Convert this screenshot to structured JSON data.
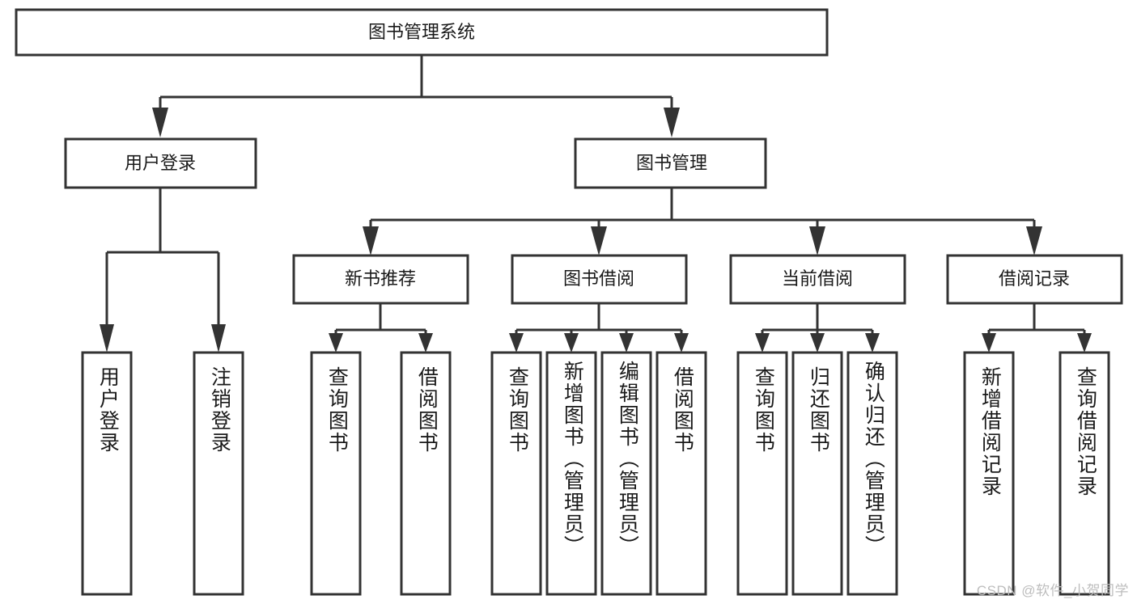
{
  "diagram": {
    "type": "tree",
    "title": "图书管理系统",
    "orientation": "top-down",
    "colors": {
      "stroke": "#333333",
      "box_fill": "#ffffff",
      "text": "#1a1a1a",
      "background": "#ffffff",
      "watermark": "#bdbdbd"
    },
    "root": {
      "label": "图书管理系统"
    },
    "level2": [
      {
        "label": "用户登录"
      },
      {
        "label": "图书管理"
      }
    ],
    "level3": [
      {
        "label": "新书推荐"
      },
      {
        "label": "图书借阅"
      },
      {
        "label": "当前借阅"
      },
      {
        "label": "借阅记录"
      }
    ],
    "leaves": {
      "user_login": [
        {
          "label": "用户登录"
        },
        {
          "label": "注销登录"
        }
      ],
      "new_book": [
        {
          "label": "查询图书"
        },
        {
          "label": "借阅图书"
        }
      ],
      "book_borrow": [
        {
          "label": "查询图书"
        },
        {
          "label": "新增图书（管理员）"
        },
        {
          "label": "编辑图书（管理员）"
        },
        {
          "label": "借阅图书"
        }
      ],
      "current_borrow": [
        {
          "label": "查询图书"
        },
        {
          "label": "归还图书"
        },
        {
          "label": "确认归还（管理员）"
        }
      ],
      "borrow_record": [
        {
          "label": "新增借阅记录"
        },
        {
          "label": "查询借阅记录"
        }
      ]
    }
  },
  "watermark": {
    "text": "CSDN @软件_小贺同学"
  }
}
